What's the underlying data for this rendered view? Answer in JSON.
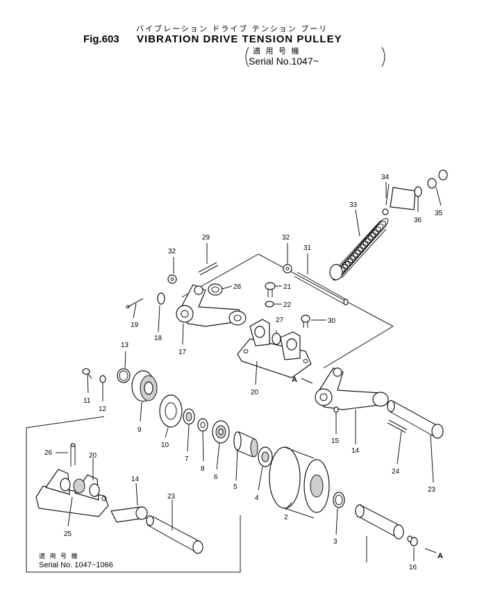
{
  "header": {
    "jp_title": "バイブレーション ドライブ テンション プーリ",
    "fig_label": "Fig.603",
    "title": "VIBRATION DRIVE TENSION PULLEY",
    "jp_applicable": "適 用 号 機",
    "serial": "Serial No.1047~"
  },
  "inset": {
    "jp_applicable": "適 用 号 機",
    "serial": "Serial No. 1047~1066"
  },
  "callouts": {
    "c34": "34",
    "c33": "33",
    "c36": "36",
    "c35": "35",
    "c32a": "32",
    "c29": "29",
    "c32b": "32",
    "c31": "31",
    "c28": "28",
    "c21": "21",
    "c22": "22",
    "c27": "27",
    "c30": "30",
    "c19": "19",
    "c18": "18",
    "c17": "17",
    "c20": "20",
    "c13": "13",
    "c11": "11",
    "c12": "12",
    "c9": "9",
    "c10": "10",
    "c7": "7",
    "c8": "8",
    "c6": "6",
    "c5": "5",
    "c4": "4",
    "c15": "15",
    "c14": "14",
    "c24": "24",
    "c23": "23",
    "c2": "2",
    "c3": "3",
    "c16": "16",
    "cA1": "A",
    "cA2": "A",
    "i26": "26",
    "i20": "20",
    "i14": "14",
    "i23": "23",
    "i25": "25"
  }
}
